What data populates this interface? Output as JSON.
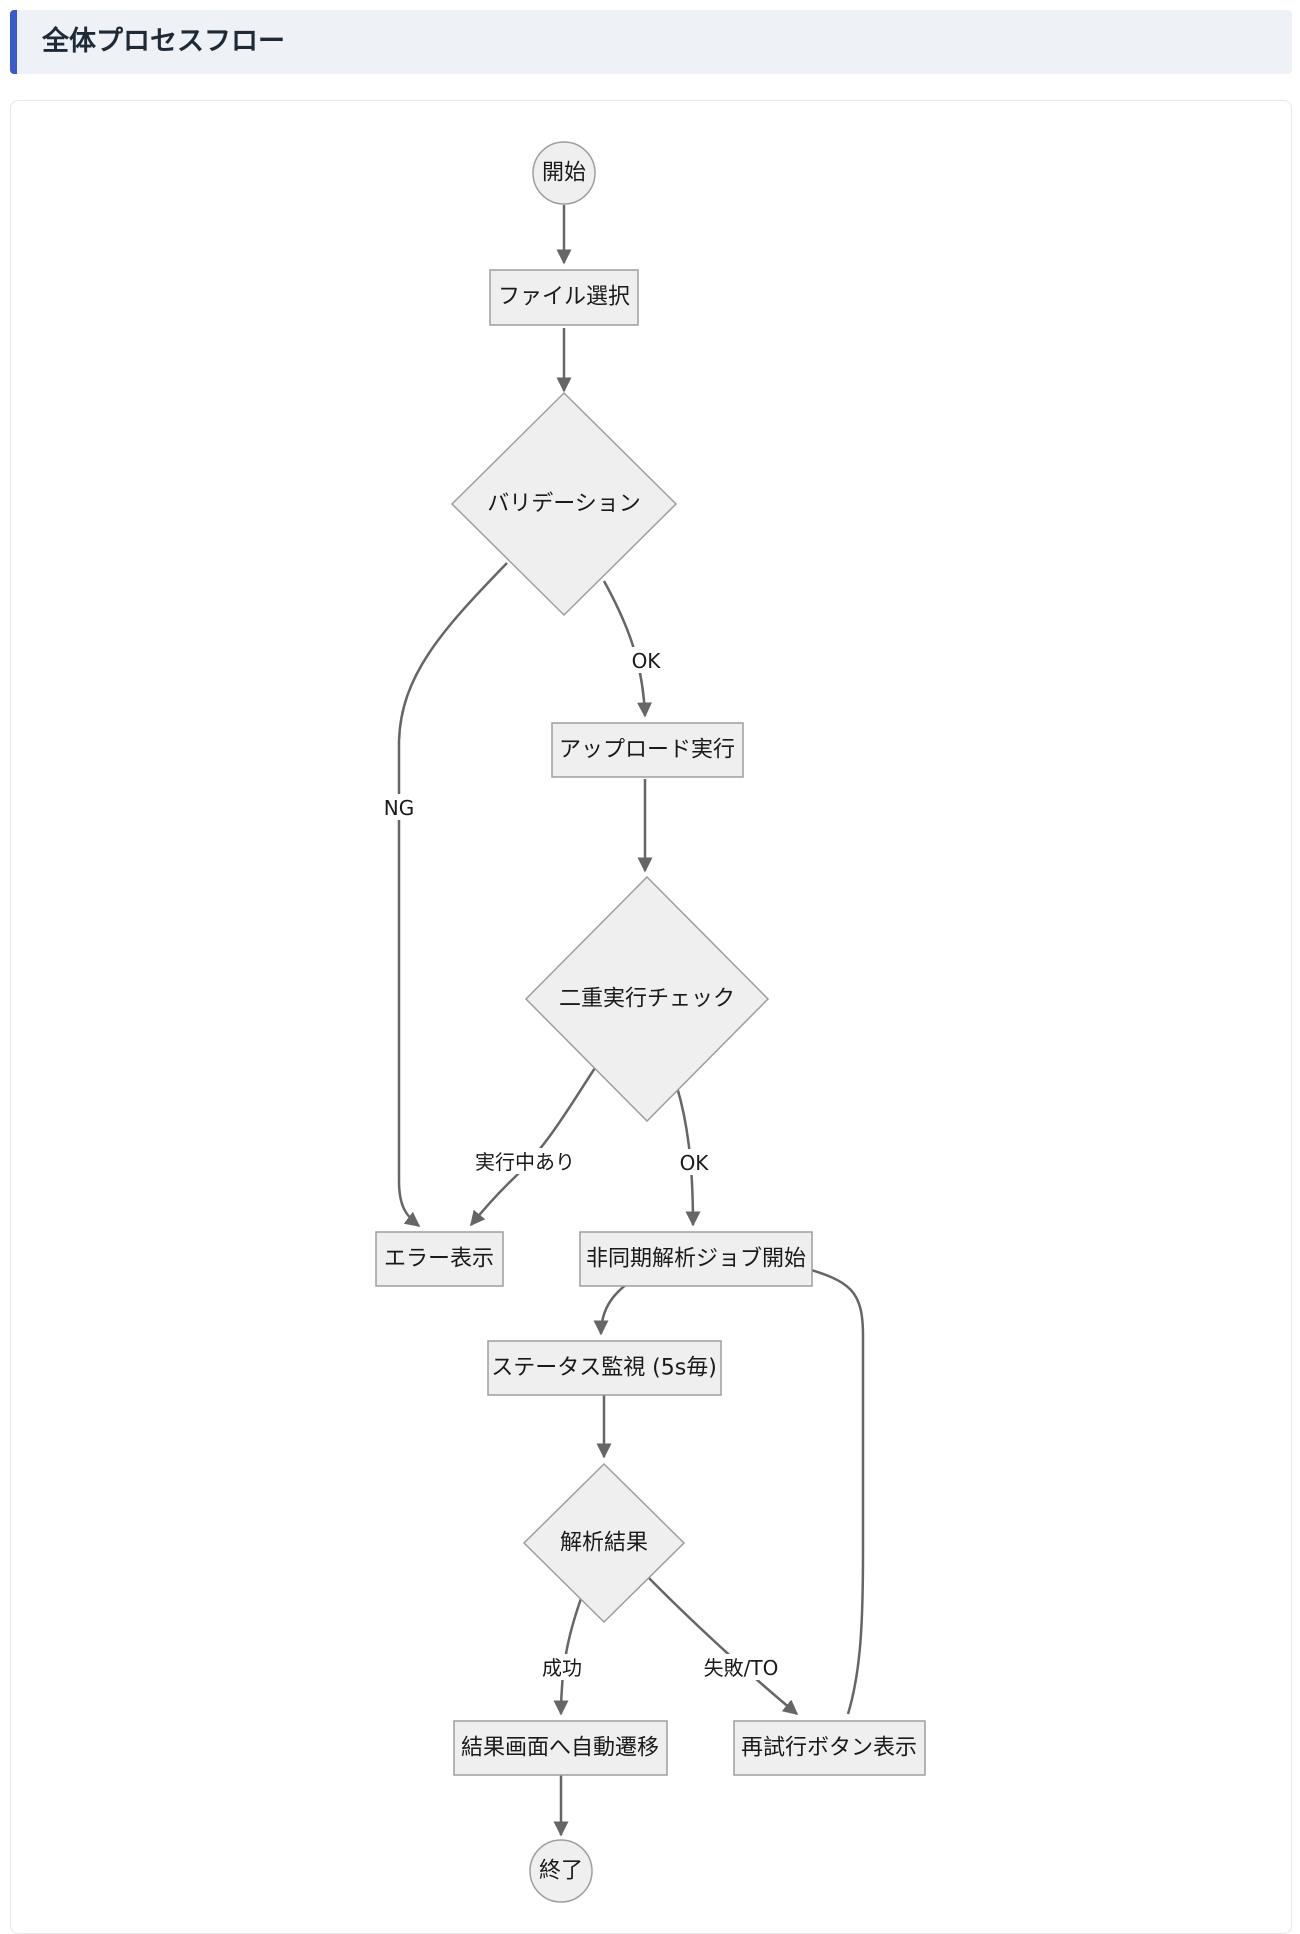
{
  "header": {
    "title": "全体プロセスフロー"
  },
  "colors": {
    "accent": "#3a5bd0",
    "header_bg": "#eef2f7",
    "node_fill": "#efefef",
    "node_stroke": "#9e9e9e",
    "edge": "#666666"
  },
  "flow": {
    "nodes": {
      "start": "開始",
      "select_file": "ファイル選択",
      "validation": "バリデーション",
      "upload": "アップロード実行",
      "double_check": "二重実行チェック",
      "error": "エラー表示",
      "async_job": "非同期解析ジョブ開始",
      "status_watch": "ステータス監視 (5s毎)",
      "result": "解析結果",
      "auto_nav": "結果画面へ自動遷移",
      "retry": "再試行ボタン表示",
      "end": "終了"
    },
    "edges": {
      "validation_ok": "OK",
      "validation_ng": "NG",
      "running": "実行中あり",
      "double_ok": "OK",
      "success": "成功",
      "fail_timeout": "失敗/TO"
    }
  }
}
